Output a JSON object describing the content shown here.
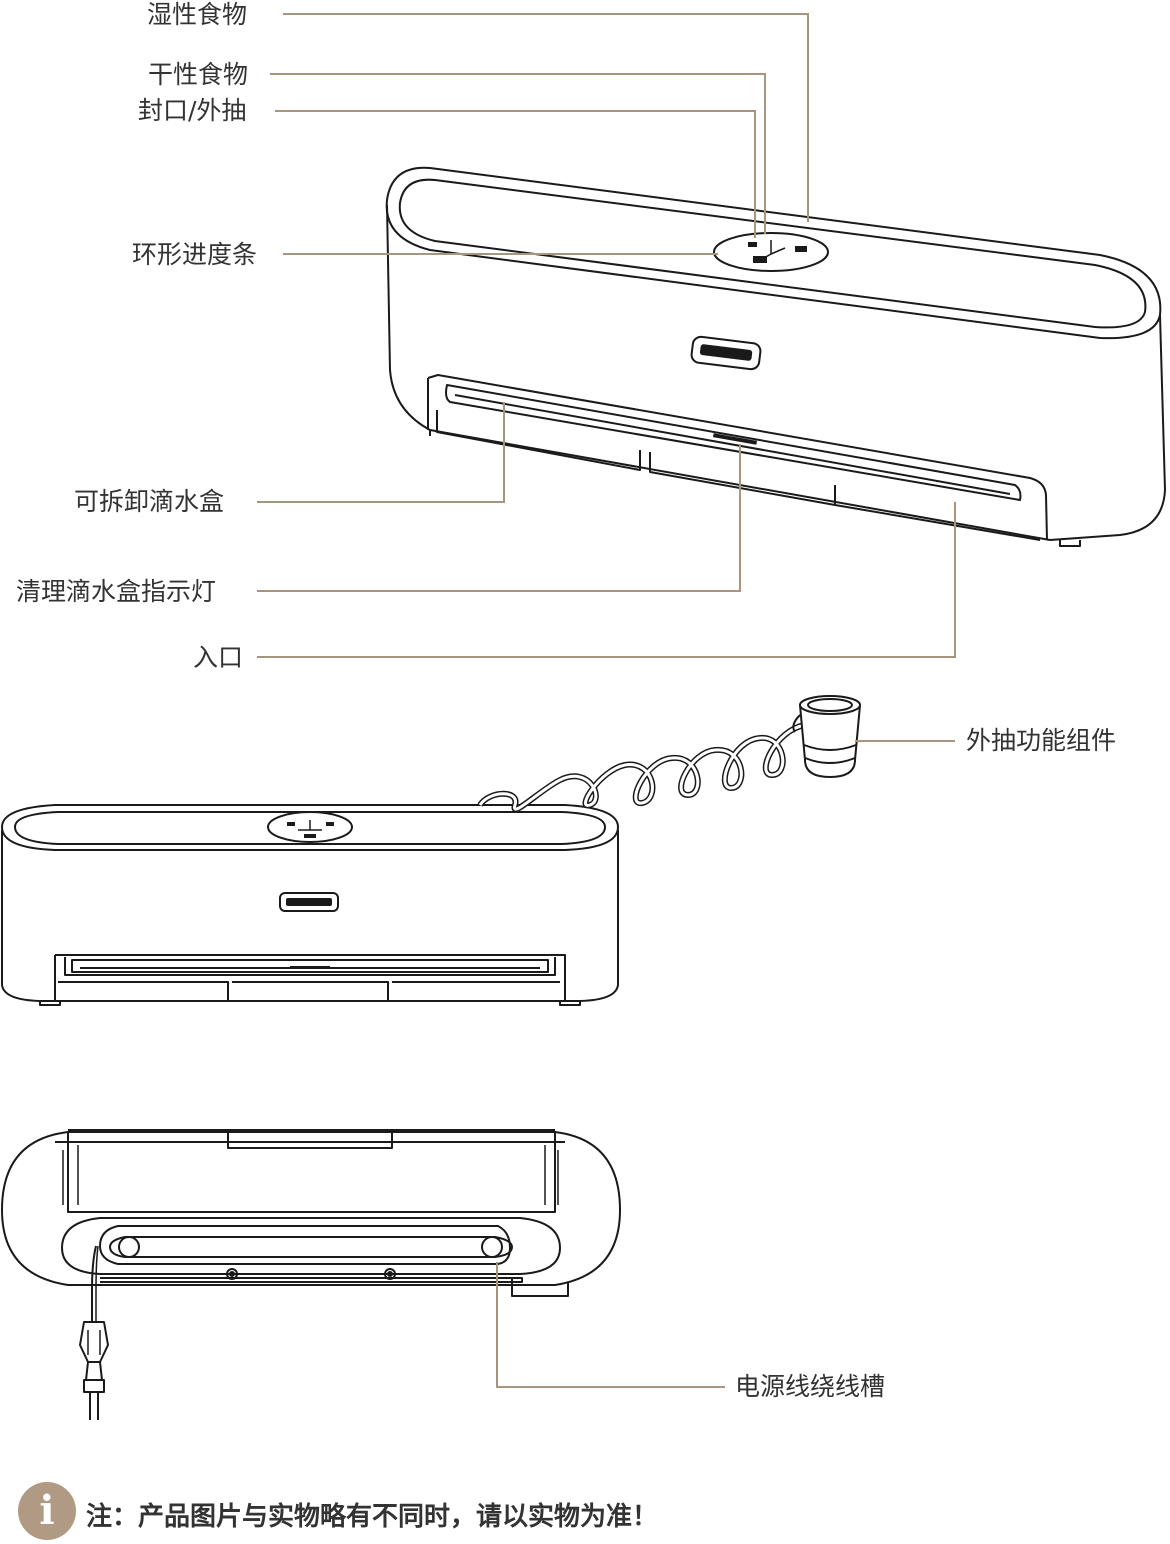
{
  "labels": {
    "wet_food": "湿性食物",
    "dry_food": "干性食物",
    "seal_extract": "封口/外抽",
    "ring_progress": "环形进度条",
    "drip_tray": "可拆卸滴水盒",
    "clean_indicator": "清理滴水盒指示灯",
    "inlet": "入口",
    "extract_accessory": "外抽功能组件",
    "cord_groove": "电源线绕线槽"
  },
  "note": {
    "icon": "info-icon",
    "icon_glyph": "i",
    "text": "注：产品图片与实物略有不同时，请以实物为准！"
  },
  "colors": {
    "leader": "#a8957f",
    "outline": "#1a1a1a",
    "accent": "#b09a83",
    "text": "#333333"
  }
}
